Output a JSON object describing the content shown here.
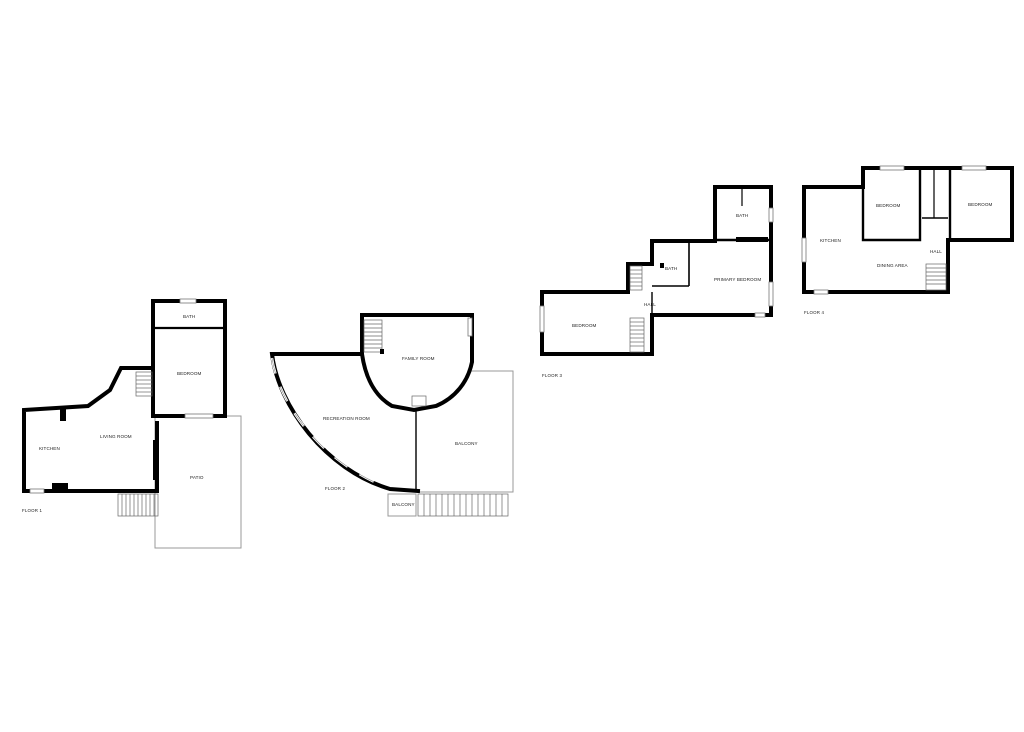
{
  "floors": [
    {
      "label": "FLOOR 1",
      "rooms": {
        "bath": "BATH",
        "bedroom": "BEDROOM",
        "living_room": "LIVING ROOM",
        "kitchen": "KITCHEN",
        "patio": "PATIO"
      }
    },
    {
      "label": "FLOOR 2",
      "rooms": {
        "family_room": "FAMILY ROOM",
        "recreation_room": "RECREATION ROOM",
        "balcony_main": "BALCONY",
        "balcony_small": "BALCONY"
      }
    },
    {
      "label": "FLOOR 3",
      "rooms": {
        "bath_upper": "BATH",
        "bath_lower": "BATH",
        "primary_bedroom": "PRIMARY BEDROOM",
        "hall": "HALL",
        "bedroom": "BEDROOM"
      }
    },
    {
      "label": "FLOOR 4",
      "rooms": {
        "bedroom_left": "BEDROOM",
        "bedroom_right": "BEDROOM",
        "kitchen": "KITCHEN",
        "dining_area": "DINING AREA",
        "hall": "HALL"
      }
    }
  ]
}
